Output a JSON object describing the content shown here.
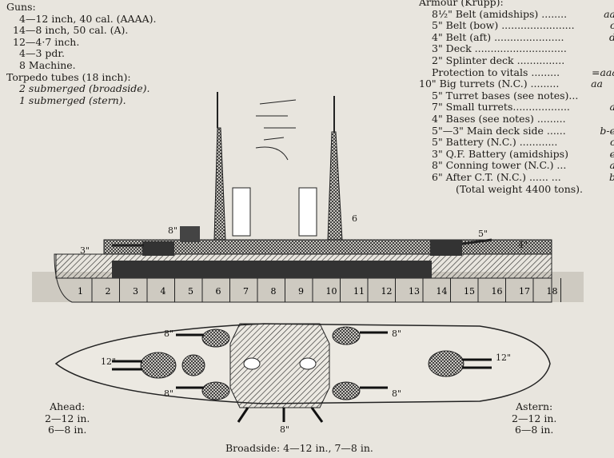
{
  "guns": {
    "heading": "Guns:",
    "items": [
      "4—12 inch, 40 cal. (AAAA).",
      "14—8 inch, 50 cal. (A).",
      "12—4·7 inch.",
      "4—3 pdr.",
      "8 Machine."
    ]
  },
  "torpedo": {
    "heading": "Torpedo tubes (18 inch):",
    "items": [
      "2 submerged (broadside).",
      "1 submerged (stern)."
    ]
  },
  "armour": {
    "heading": "Armour (Krupp):",
    "items": [
      {
        "label": "8½\" Belt (amidships) ........",
        "grade": "aa"
      },
      {
        "label": "5\" Belt (bow) .......................",
        "grade": "c"
      },
      {
        "label": "4\" Belt (aft) ......................",
        "grade": "d"
      },
      {
        "label": "3\" Deck .............................",
        "grade": ""
      },
      {
        "label": "2\" Splinter deck ...............",
        "grade": ""
      },
      {
        "label": "Protection to vitals .........",
        "grade": "=aaa"
      },
      {
        "label": "10\" Big turrets (N.C.) .........",
        "grade": "aa"
      },
      {
        "label": "5\" Turret bases (see notes)...",
        "grade": ""
      },
      {
        "label": "7\" Small turrets..................",
        "grade": "a"
      },
      {
        "label": "4\" Bases (see notes) .........",
        "grade": ""
      },
      {
        "label": "5\"—3\" Main deck side ......",
        "grade": "b-e"
      },
      {
        "label": "5\" Battery (N.C.) ............",
        "grade": "c"
      },
      {
        "label": "3\" Q.F. Battery (amidships)",
        "grade": "e"
      },
      {
        "label": "8\" Conning tower (N.C.) ...",
        "grade": "a"
      },
      {
        "label": "6\" After C.T. (N.C.) ...... ...",
        "grade": "b"
      }
    ],
    "total": "(Total weight 4400 tons)."
  },
  "compartments": [
    "1",
    "2",
    "3",
    "4",
    "5",
    "6",
    "7",
    "8",
    "9",
    "10",
    "11",
    "12",
    "13",
    "14",
    "15",
    "16",
    "17",
    "18"
  ],
  "ahead": {
    "heading": "Ahead:",
    "items": [
      "2—12 in.",
      "6—8 in."
    ]
  },
  "astern": {
    "heading": "Astern:",
    "items": [
      "2—12 in.",
      "6—8 in."
    ]
  },
  "broadside": "Broadside: 4—12 in., 7—8 in.",
  "labels": {
    "eight": "8\"",
    "twelve": "12\"",
    "three": "3\"",
    "four": "4\"",
    "five": "5\"",
    "six": "6"
  }
}
